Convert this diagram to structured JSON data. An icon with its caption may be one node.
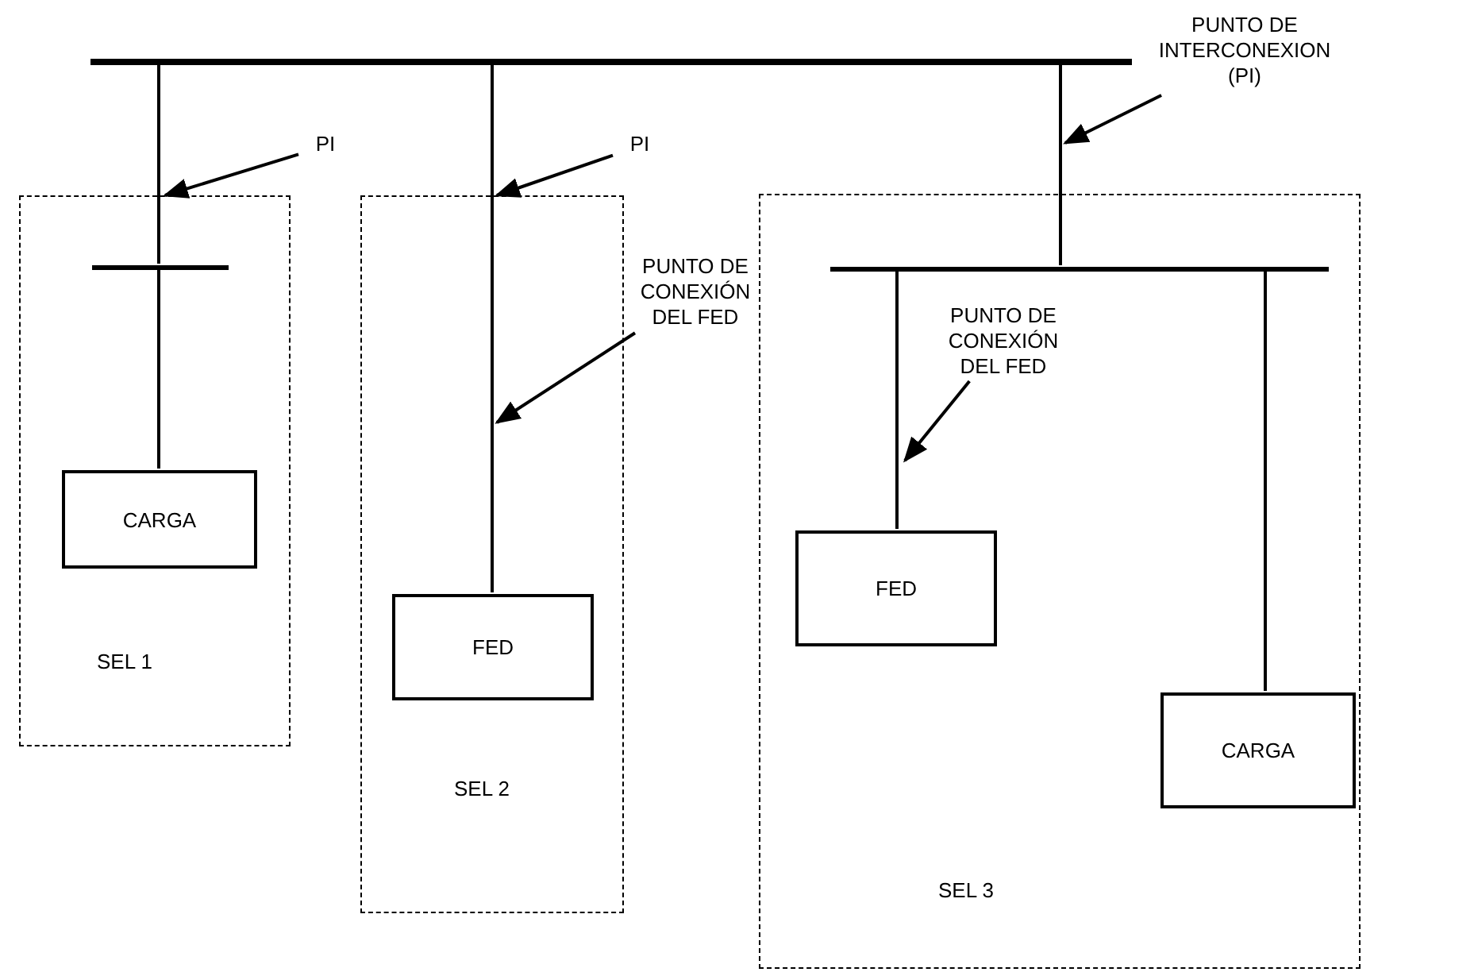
{
  "diagram": {
    "nodes": [
      {
        "text": [],
        "shape": "bar"
      },
      {
        "text": [
          "SEL 1"
        ]
      },
      {
        "text": [],
        "shape": "bar",
        "in": 1
      },
      {
        "text": [
          "CARGA"
        ],
        "in": 1
      },
      {
        "text": [
          "SEL 2"
        ]
      },
      {
        "text": [
          "FED"
        ],
        "in": 4
      },
      {
        "text": [
          "SEL 3"
        ]
      },
      {
        "text": [],
        "shape": "bar",
        "in": 6
      },
      {
        "text": [
          "FED"
        ],
        "in": 6
      },
      {
        "text": [
          "CARGA"
        ],
        "in": 6
      },
      {
        "text": [
          "PI"
        ]
      },
      {
        "text": [
          "PI"
        ]
      },
      {
        "text": [
          "PUNTO DE INTERCONEXION (PI)"
        ]
      },
      {
        "text": [
          "PUNTO DE CONEXIÓN DEL FED"
        ]
      },
      {
        "text": [
          "PUNTO DE CONEXIÓN DEL FED"
        ],
        "in": 6
      }
    ],
    "edges": [
      {
        "from": 0,
        "to": 2,
        "arrow": "none"
      },
      {
        "from": 2,
        "to": 3,
        "arrow": "none"
      },
      {
        "from": 0,
        "to": 5,
        "arrow": "none"
      },
      {
        "from": 0,
        "to": 7,
        "arrow": "none"
      },
      {
        "from": 7,
        "to": 8,
        "arrow": "none"
      },
      {
        "from": 7,
        "to": 9,
        "arrow": "none"
      },
      {
        "from": 10,
        "to": 1,
        "arrow": "to"
      },
      {
        "from": 11,
        "to": 4,
        "arrow": "to"
      },
      {
        "from": 12,
        "to": null,
        "arrow": "to"
      },
      {
        "from": 13,
        "to": null,
        "arrow": "to"
      },
      {
        "from": 14,
        "to": null,
        "arrow": "to"
      }
    ]
  }
}
